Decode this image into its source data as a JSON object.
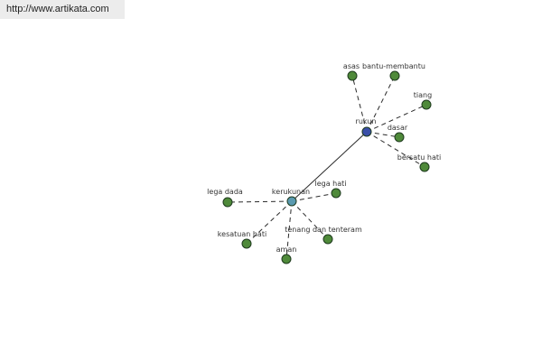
{
  "source_url": "http://www.artikata.com",
  "graph": {
    "colors": {
      "edge": "#2a2a2a",
      "leaf_node": "#4f8a3a",
      "center_node": "#3a4fa8",
      "hub_node": "#5a9ab0",
      "node_stroke": "#1e3a1e"
    },
    "nodes": [
      {
        "id": "rukun",
        "label": "rukun",
        "kind": "center"
      },
      {
        "id": "kerukunan",
        "label": "kerukunan",
        "kind": "hub"
      },
      {
        "id": "asas",
        "label": "asas",
        "kind": "leaf"
      },
      {
        "id": "bantu",
        "label": "bantu-membantu",
        "kind": "leaf"
      },
      {
        "id": "tiang",
        "label": "tiang",
        "kind": "leaf"
      },
      {
        "id": "dasar",
        "label": "dasar",
        "kind": "leaf"
      },
      {
        "id": "bersatu",
        "label": "bersatu hati",
        "kind": "leaf"
      },
      {
        "id": "legadada",
        "label": "lega dada",
        "kind": "leaf"
      },
      {
        "id": "legahati",
        "label": "lega hati",
        "kind": "leaf"
      },
      {
        "id": "kesatuan",
        "label": "kesatuan hati",
        "kind": "leaf"
      },
      {
        "id": "aman",
        "label": "aman",
        "kind": "leaf"
      },
      {
        "id": "tenang",
        "label": "tenang dan tenteram",
        "kind": "leaf"
      }
    ],
    "edges": [
      {
        "from": "rukun",
        "to": "kerukunan",
        "style": "solid"
      },
      {
        "from": "rukun",
        "to": "asas",
        "style": "dashed"
      },
      {
        "from": "rukun",
        "to": "bantu",
        "style": "dashed"
      },
      {
        "from": "rukun",
        "to": "tiang",
        "style": "dashed"
      },
      {
        "from": "rukun",
        "to": "dasar",
        "style": "dashed"
      },
      {
        "from": "rukun",
        "to": "bersatu",
        "style": "dashed"
      },
      {
        "from": "kerukunan",
        "to": "legadada",
        "style": "dashed"
      },
      {
        "from": "kerukunan",
        "to": "legahati",
        "style": "dashed"
      },
      {
        "from": "kerukunan",
        "to": "kesatuan",
        "style": "dashed"
      },
      {
        "from": "kerukunan",
        "to": "aman",
        "style": "dashed"
      },
      {
        "from": "kerukunan",
        "to": "tenang",
        "style": "dashed"
      }
    ]
  }
}
